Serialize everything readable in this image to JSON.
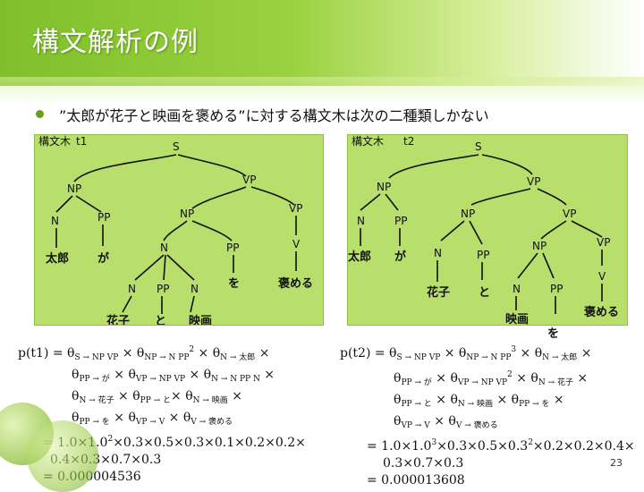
{
  "slide": {
    "title": "構文解析の例",
    "bullet": "”太郎が花子と映画を褒める”に対する構文木は次の二種類しかない",
    "page_number": "23"
  },
  "tree1": {
    "label": "構文木",
    "name": "t1",
    "nodes": {
      "S": "S",
      "NP": "NP",
      "VP": "VP",
      "N_taro": "N",
      "PP_ga": "PP",
      "NP2": "NP",
      "VP2": "VP",
      "taro": "太郎",
      "ga": "が",
      "N2": "N",
      "PP2": "PP",
      "V": "V",
      "N_hanako": "N",
      "PP_to": "PP",
      "N_eiga": "N",
      "wo": "を",
      "homeru": "褒める",
      "hanako": "花子",
      "to": "と",
      "eiga": "映画"
    }
  },
  "tree2": {
    "label": "構文木",
    "name": "t2",
    "nodes": {
      "S": "S",
      "NP": "NP",
      "VP": "VP",
      "N_taro": "N",
      "PP_ga": "PP",
      "NP2": "NP",
      "VP2": "VP",
      "taro": "太郎",
      "ga": "が",
      "N_hanako": "N",
      "PP_to": "PP",
      "NP3": "NP",
      "VP3": "VP",
      "hanako": "花子",
      "to": "と",
      "N_eiga": "N",
      "PP_wo": "PP",
      "V": "V",
      "eiga": "映画",
      "homeru": "褒める",
      "wo": "を"
    }
  },
  "formula1": {
    "l1_prefix": "p(t1) = θ",
    "l1_s1": "S → NP VP",
    "l1_b": " × θ",
    "l1_s2": "NP → N PP",
    "l1_u1": "2",
    "l1_c": " × θ",
    "l1_s3": "N → 太郎",
    "l1_d": " ×",
    "l2_a": "θ",
    "l2_s1": "PP → が",
    "l2_b": " × θ",
    "l2_s2": "VP → NP VP",
    "l2_c": " × θ",
    "l2_s3": "N → N PP N",
    "l2_d": " ×",
    "l3_a": "θ",
    "l3_s1": "N → 花子",
    "l3_b": " × θ",
    "l3_s2": "PP → と",
    "l3_c": "× θ",
    "l3_s3": "N → 映画",
    "l3_d": " ×",
    "l4_a": "θ",
    "l4_s1": "PP → を",
    "l4_b": " × θ",
    "l4_s2": "VP → V",
    "l4_c": " × θ",
    "l4_s3": "V → 褒める",
    "l5_a": "= 1.0×1.0",
    "l5_u": "2",
    "l5_b": "×0.3×0.5×0.3×0.1×0.2×0.2×",
    "l6": "0.4×0.3×0.7×0.3",
    "l7": "= 0.000004536"
  },
  "formula2": {
    "l1_prefix": "p(t2) = θ",
    "l1_s1": "S → NP VP",
    "l1_b": " × θ",
    "l1_s2": "NP → N PP",
    "l1_u1": "3",
    "l1_c": " × θ",
    "l1_s3": "N → 太郎",
    "l1_d": " ×",
    "l2_a": "θ",
    "l2_s1": "PP → が",
    "l2_b": " × θ",
    "l2_s2": "VP → NP VP",
    "l2_u": "2",
    "l2_c": " × θ",
    "l2_s3": "N → 花子",
    "l2_d": " ×",
    "l3_a": "θ",
    "l3_s1": "PP → と",
    "l3_b": " × θ",
    "l3_s2": "N → 映画",
    "l3_c": " × θ",
    "l3_s3": "PP → を",
    "l3_d": " ×",
    "l4_a": "θ",
    "l4_s1": "VP → V",
    "l4_b": " × θ",
    "l4_s2": "V → 褒める",
    "l5_a": "= 1.0×1.0",
    "l5_u1": "3",
    "l5_b": "×0.3×0.5×0.3",
    "l5_u2": "2",
    "l5_c": "×0.2×0.2×0.4×",
    "l6": "0.3×0.7×0.3",
    "l7": "= 0.000013608"
  },
  "colors": {
    "header_green": "#7fc02a",
    "panel_green": "#b8df6c",
    "bullet": "#6a9f1c"
  }
}
